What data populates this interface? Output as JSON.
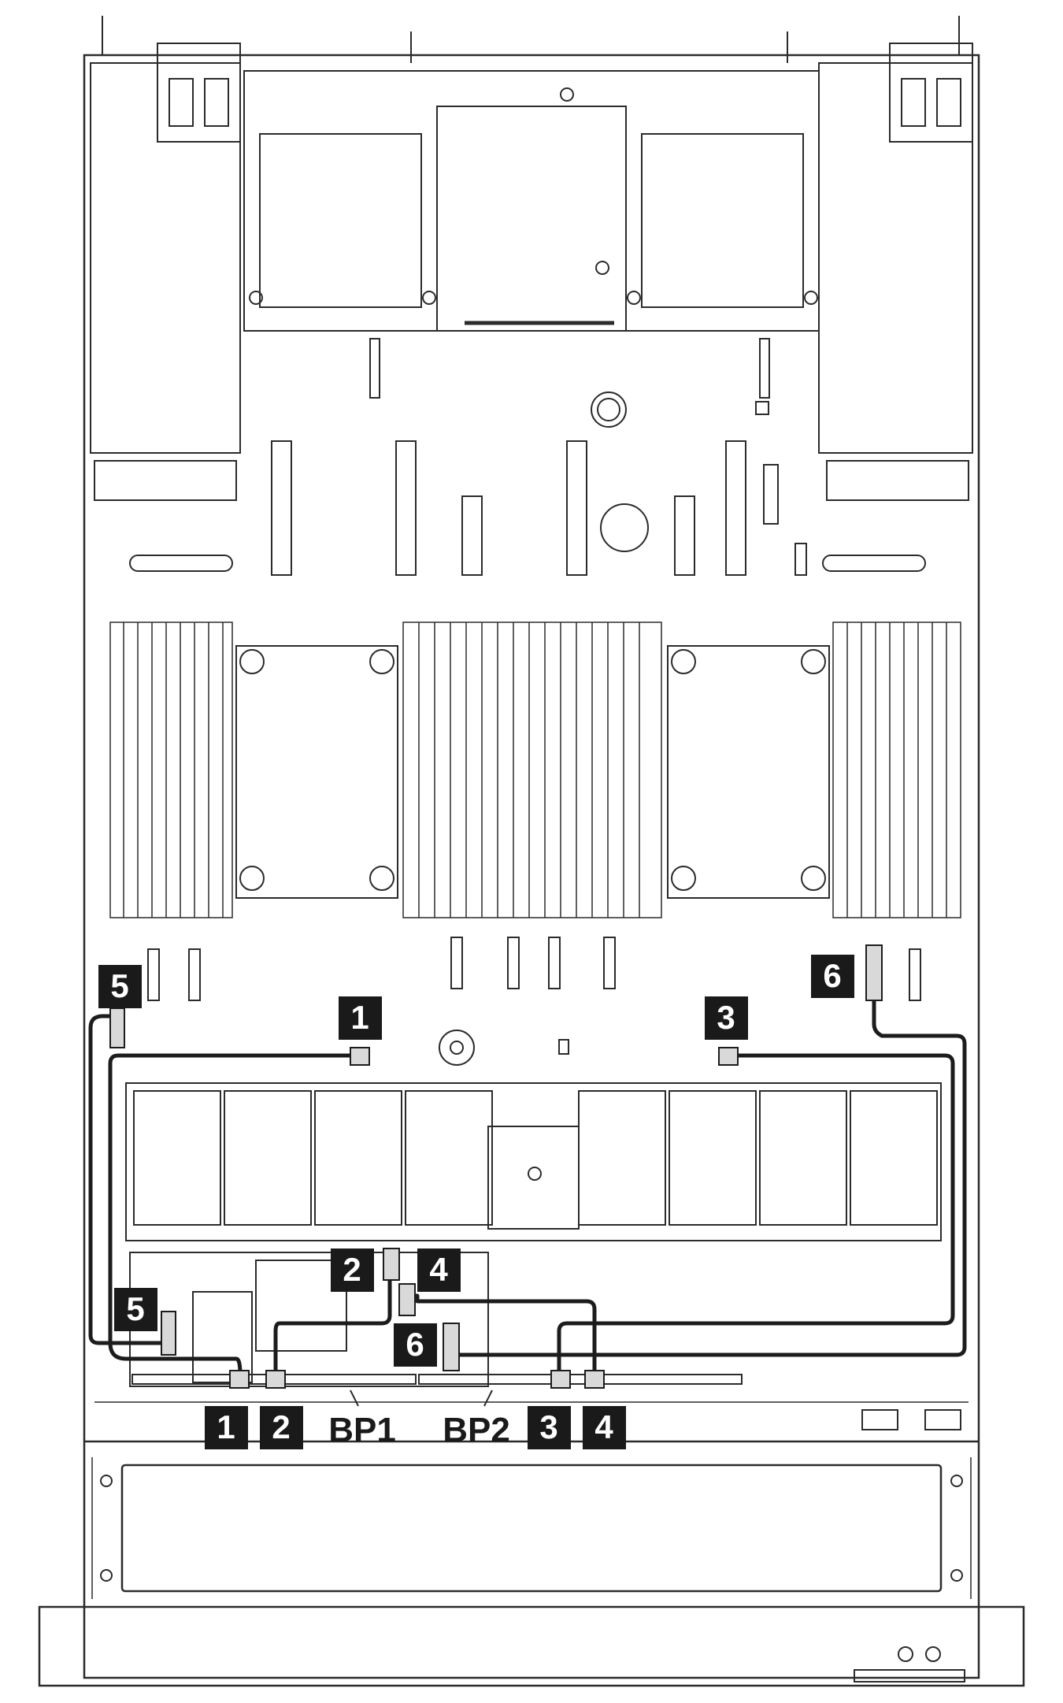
{
  "diagram": {
    "callouts": {
      "c1_top": "1",
      "c3_top": "3",
      "c5_top": "5",
      "c6_top": "6",
      "c2_mid": "2",
      "c4_mid": "4",
      "c5_mid": "5",
      "c6_mid": "6",
      "c1_bottom": "1",
      "c2_bottom": "2",
      "c3_bottom": "3",
      "c4_bottom": "4"
    },
    "backplanes": {
      "bp1": "BP1",
      "bp2": "BP2"
    },
    "colors": {
      "line": "#2b2b2b",
      "cable": "#1c1c1c",
      "callout_bg": "#1a1a1a",
      "connector": "#d9d9d9"
    }
  }
}
